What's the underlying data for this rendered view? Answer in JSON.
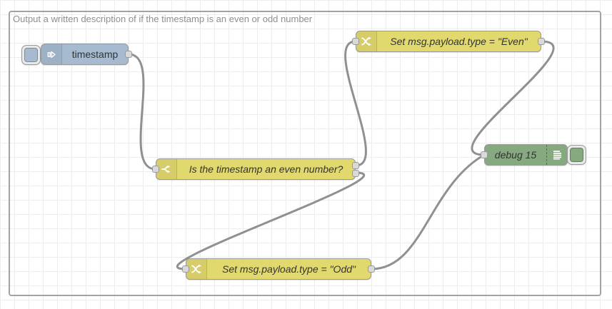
{
  "app": "Node-RED flow editor workspace",
  "group": {
    "label": "Output a written description of if the timestamp is an even or odd number"
  },
  "colors": {
    "background": "#ffffff",
    "grid_line": "#ededed",
    "inject": "#a6bbcf",
    "yellow_node": "#e2d96e",
    "debug_node": "#87a980",
    "wire": "#909090",
    "port_fill": "#d9d9d9",
    "port_border": "#999999",
    "node_border": "#999999",
    "node_label": "#333333",
    "group_border": "#a3a3a3",
    "group_label": "#8f8f8f"
  },
  "nodes": {
    "inject": {
      "type": "inject",
      "label": "timestamp",
      "outputs": 1
    },
    "switch": {
      "type": "switch",
      "label": "Is the timestamp an even number?",
      "outputs": 2
    },
    "change_even": {
      "type": "change",
      "label": "Set msg.payload.type = \"Even\"",
      "outputs": 1
    },
    "change_odd": {
      "type": "change",
      "label": "Set msg.payload.type = \"Odd\"",
      "outputs": 1
    },
    "debug": {
      "type": "debug",
      "label": "debug 15"
    }
  },
  "wires": [
    {
      "from": "timestamp",
      "to": "Is the timestamp an even number?"
    },
    {
      "from": "Is the timestamp an even number? output 1",
      "to": "Set msg.payload.type = \"Even\""
    },
    {
      "from": "Is the timestamp an even number? output 2",
      "to": "Set msg.payload.type = \"Odd\""
    },
    {
      "from": "Set msg.payload.type = \"Even\"",
      "to": "debug 15"
    },
    {
      "from": "Set msg.payload.type = \"Odd\"",
      "to": "debug 15"
    }
  ]
}
